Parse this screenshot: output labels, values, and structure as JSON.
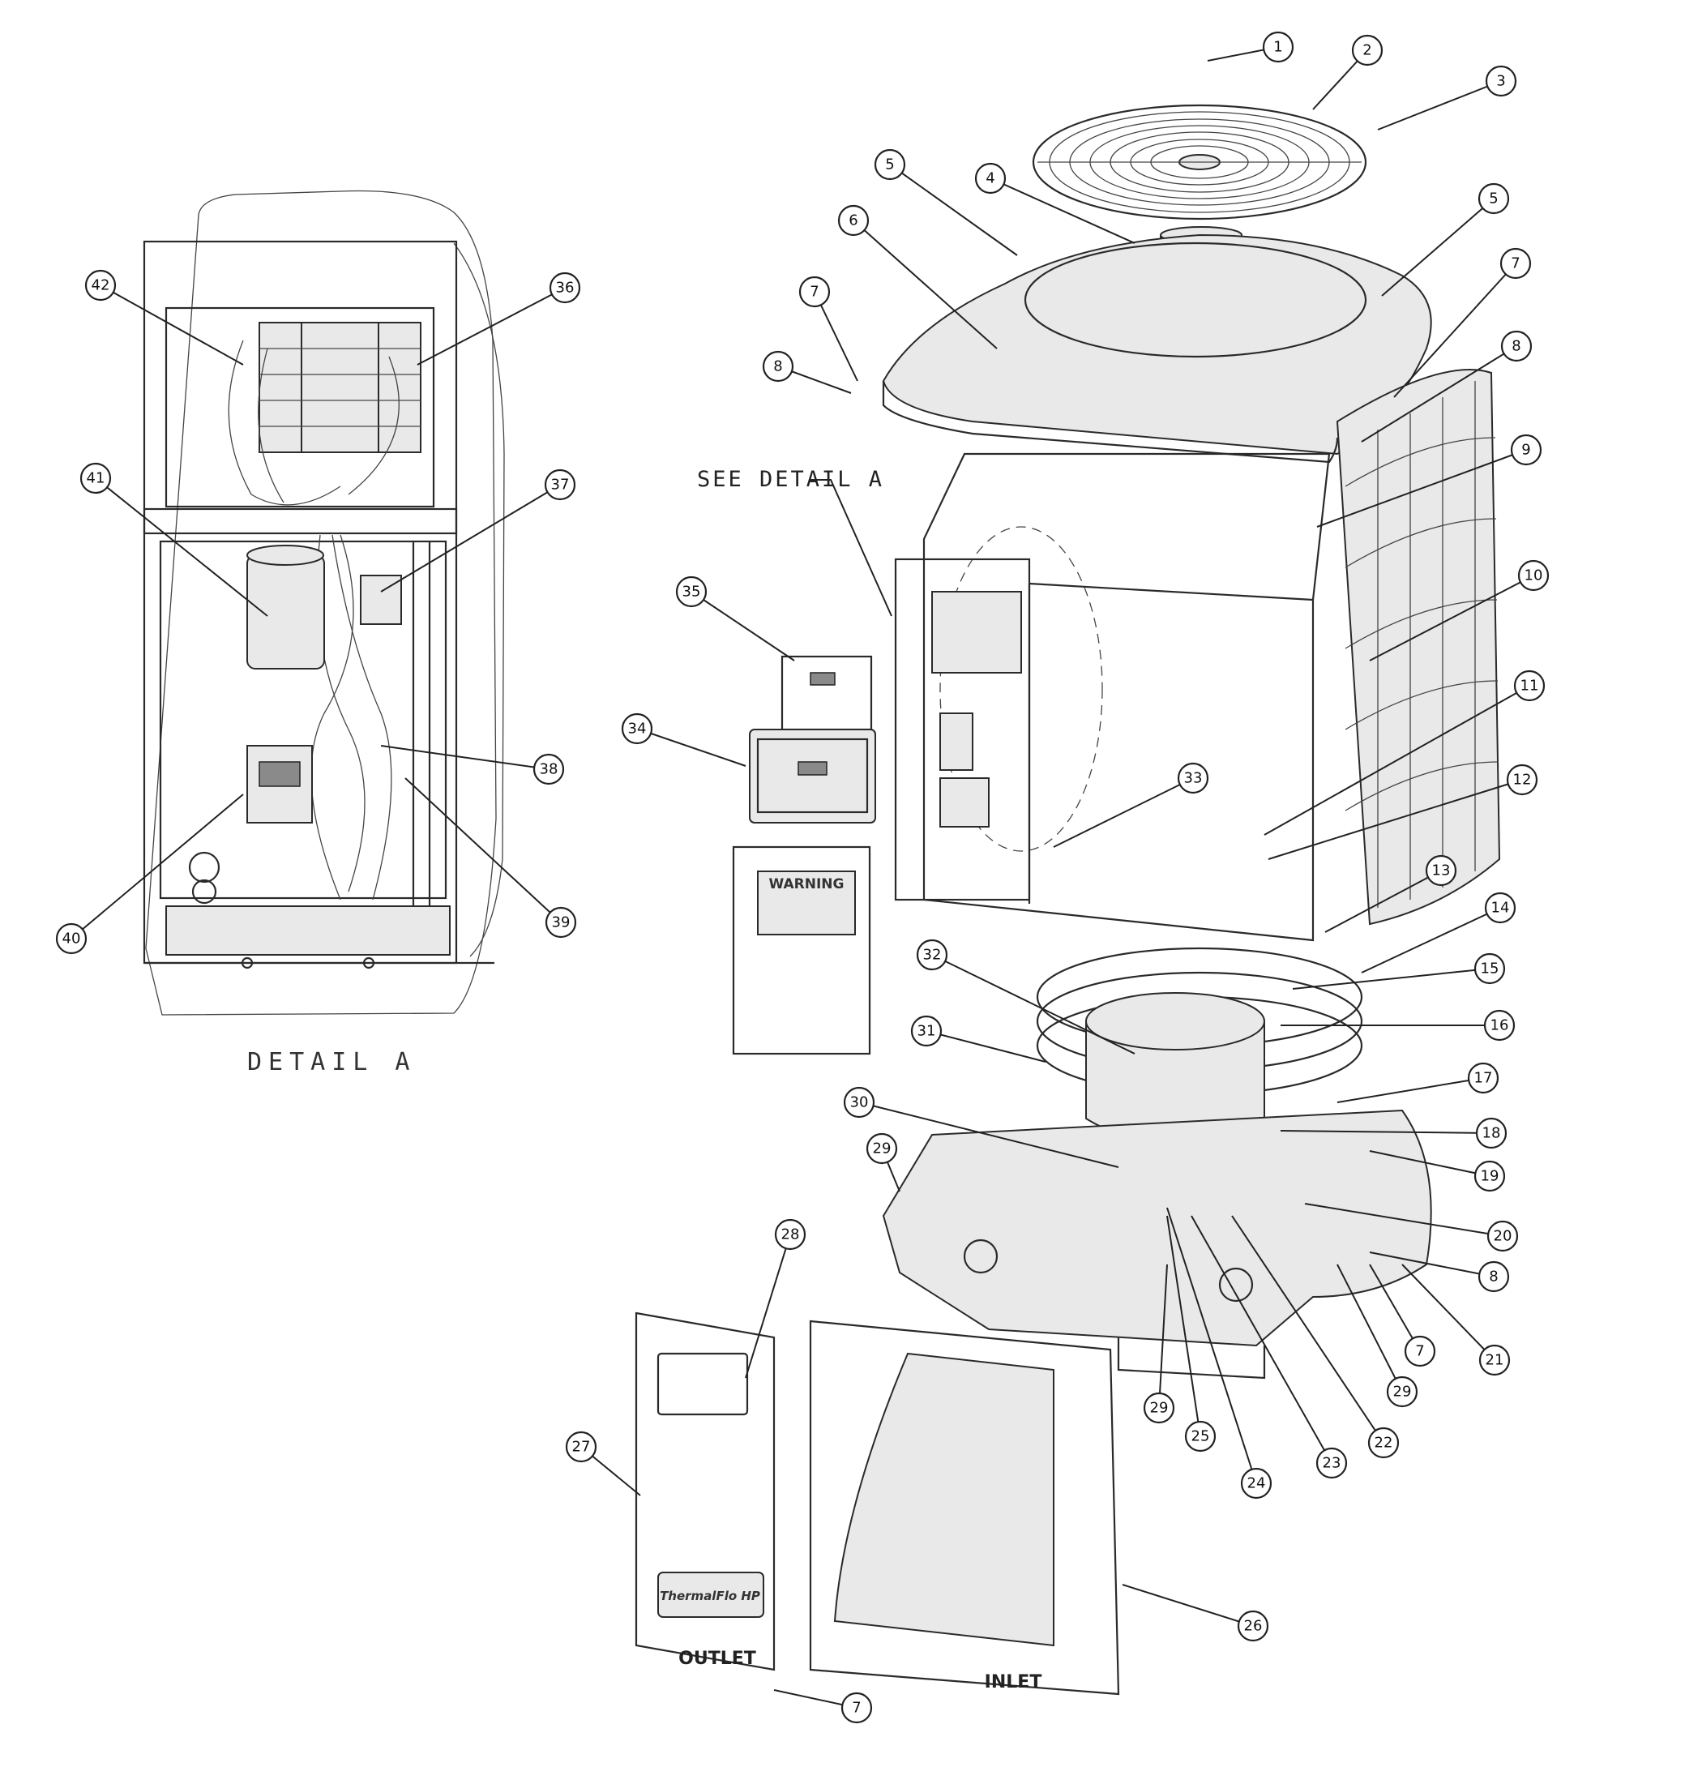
{
  "labels": {
    "see_detail": "SEE DETAIL  A",
    "detail_a": "DETAIL A",
    "outlet": "OUTLET",
    "inlet": "INLET",
    "warning": "WARNING",
    "brand": "ThermalFlo HP"
  },
  "callouts": [
    {
      "id": "c1",
      "num": "1"
    },
    {
      "id": "c2",
      "num": "2"
    },
    {
      "id": "c3",
      "num": "3"
    },
    {
      "id": "c4",
      "num": "4"
    },
    {
      "id": "c5a",
      "num": "5"
    },
    {
      "id": "c5b",
      "num": "5"
    },
    {
      "id": "c6",
      "num": "6"
    },
    {
      "id": "c7a",
      "num": "7"
    },
    {
      "id": "c7b",
      "num": "7"
    },
    {
      "id": "c7c",
      "num": "7"
    },
    {
      "id": "c7d",
      "num": "7"
    },
    {
      "id": "c8a",
      "num": "8"
    },
    {
      "id": "c8b",
      "num": "8"
    },
    {
      "id": "c8c",
      "num": "8"
    },
    {
      "id": "c9",
      "num": "9"
    },
    {
      "id": "c10",
      "num": "10"
    },
    {
      "id": "c11",
      "num": "11"
    },
    {
      "id": "c12",
      "num": "12"
    },
    {
      "id": "c13",
      "num": "13"
    },
    {
      "id": "c14",
      "num": "14"
    },
    {
      "id": "c15",
      "num": "15"
    },
    {
      "id": "c16",
      "num": "16"
    },
    {
      "id": "c17",
      "num": "17"
    },
    {
      "id": "c18",
      "num": "18"
    },
    {
      "id": "c19",
      "num": "19"
    },
    {
      "id": "c20",
      "num": "20"
    },
    {
      "id": "c21",
      "num": "21"
    },
    {
      "id": "c22",
      "num": "22"
    },
    {
      "id": "c23",
      "num": "23"
    },
    {
      "id": "c24",
      "num": "24"
    },
    {
      "id": "c25",
      "num": "25"
    },
    {
      "id": "c26",
      "num": "26"
    },
    {
      "id": "c27",
      "num": "27"
    },
    {
      "id": "c28",
      "num": "28"
    },
    {
      "id": "c29a",
      "num": "29"
    },
    {
      "id": "c29b",
      "num": "29"
    },
    {
      "id": "c29c",
      "num": "29"
    },
    {
      "id": "c30",
      "num": "30"
    },
    {
      "id": "c31",
      "num": "31"
    },
    {
      "id": "c32",
      "num": "32"
    },
    {
      "id": "c33",
      "num": "33"
    },
    {
      "id": "c34",
      "num": "34"
    },
    {
      "id": "c35",
      "num": "35"
    },
    {
      "id": "c36",
      "num": "36"
    },
    {
      "id": "c37",
      "num": "37"
    },
    {
      "id": "c38",
      "num": "38"
    },
    {
      "id": "c39",
      "num": "39"
    },
    {
      "id": "c40",
      "num": "40"
    },
    {
      "id": "c41",
      "num": "41"
    },
    {
      "id": "c42",
      "num": "42"
    }
  ]
}
